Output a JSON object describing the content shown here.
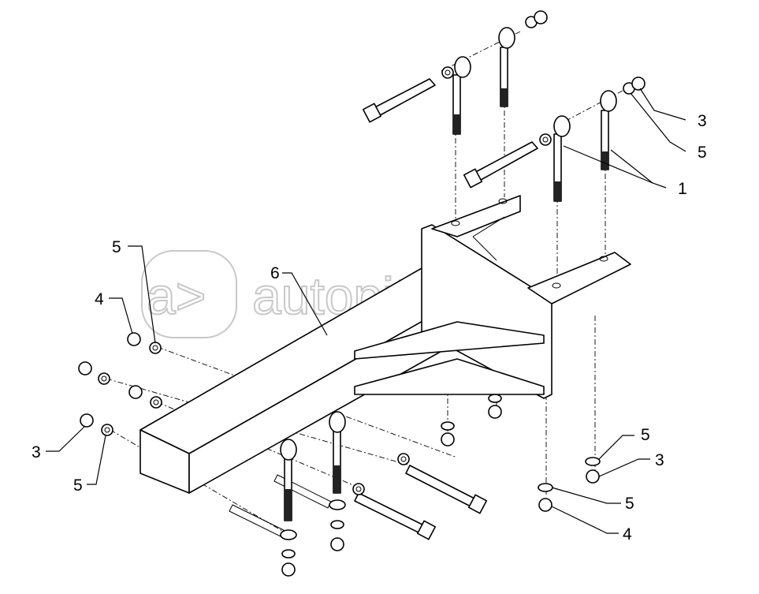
{
  "watermark": {
    "logo": "a>",
    "text": "autopiter.ru"
  },
  "callouts": {
    "c1": "1",
    "c3_top": "3",
    "c5_top": "5",
    "c5_left_top": "5",
    "c6": "6",
    "c4_left": "4",
    "c3_left": "3",
    "c5_left_bottom": "5",
    "c5_right_a": "5",
    "c3_right": "3",
    "c5_right_b": "5",
    "c4_right": "4"
  }
}
